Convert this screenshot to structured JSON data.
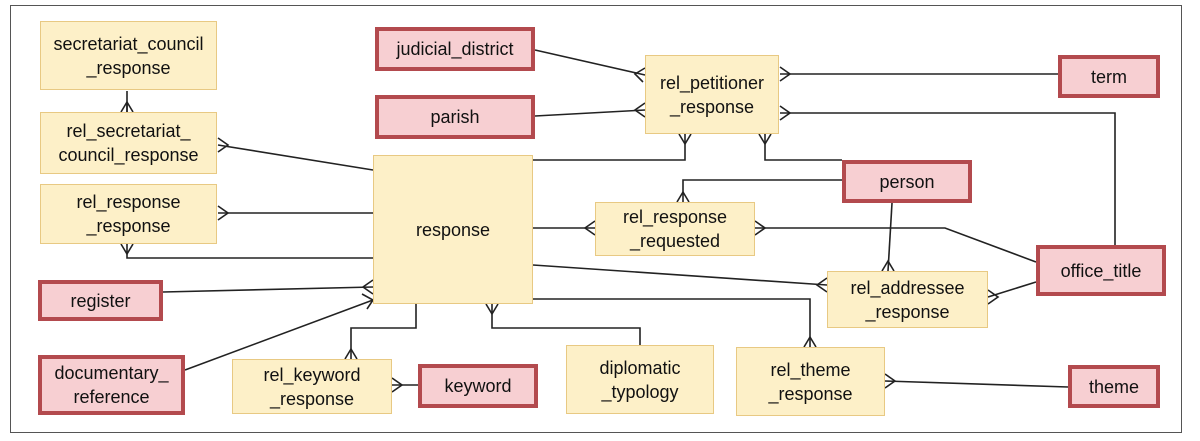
{
  "entities": {
    "secretariat_council_response": "secretariat_council\n_response",
    "rel_secretariat_council_response": "rel_secretariat_\ncouncil_response",
    "rel_response_response": "rel_response\n_response",
    "register": "register",
    "documentary_reference": "documentary_\nreference",
    "judicial_district": "judicial_district",
    "parish": "parish",
    "rel_petitioner_response": "rel_petitioner\n_response",
    "term": "term",
    "response": "response",
    "rel_response_requested": "rel_response\n_requested",
    "person": "person",
    "office_title": "office_title",
    "rel_addressee_response": "rel_addressee\n_response",
    "rel_keyword_response": "rel_keyword\n_response",
    "keyword": "keyword",
    "diplomatic_typology": "diplomatic\n_typology",
    "rel_theme_response": "rel_theme\n_response",
    "theme": "theme"
  },
  "legend": {
    "association_table_color": "#fdf0c8",
    "reference_table_color": "#f7cfd2",
    "reference_border_color": "#b34a4e"
  },
  "relationships": [
    "secretariat_council_response-rel_secretariat_council_response",
    "rel_secretariat_council_response-response",
    "rel_response_response-response",
    "register-response",
    "documentary_reference-response",
    "judicial_district-rel_petitioner_response",
    "parish-rel_petitioner_response",
    "term-rel_petitioner_response",
    "rel_petitioner_response-response",
    "rel_petitioner_response-person",
    "rel_petitioner_response-office_title",
    "response-rel_response_requested",
    "person-rel_response_requested",
    "office_title-rel_response_requested",
    "response-rel_addressee_response",
    "person-rel_addressee_response",
    "office_title-rel_addressee_response",
    "response-rel_keyword_response",
    "keyword-rel_keyword_response",
    "response-diplomatic_typology",
    "response-rel_theme_response",
    "theme-rel_theme_response"
  ]
}
